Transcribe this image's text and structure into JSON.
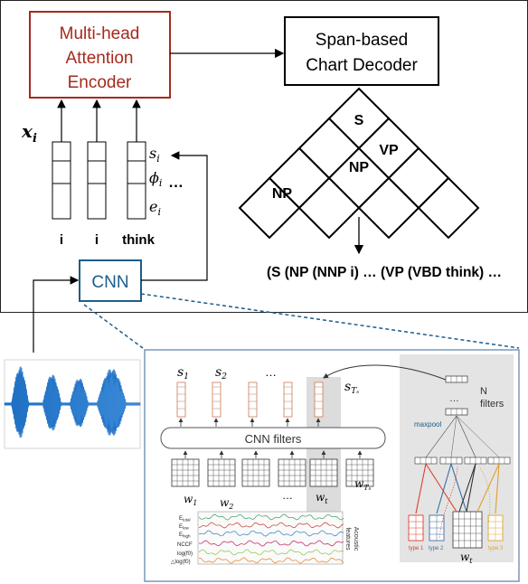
{
  "encoder": {
    "lines": [
      "Multi-head",
      "Attention",
      "Encoder"
    ],
    "color": "#a52a1e"
  },
  "decoder": {
    "lines": [
      "Span-based",
      "Chart Decoder"
    ]
  },
  "chart_labels": {
    "s": "S",
    "vp": "VP",
    "np_inner": "NP",
    "np_left": "NP"
  },
  "input": {
    "x_label": "x",
    "x_sub": "i",
    "feature_labels": [
      {
        "base": "s",
        "sub": "i"
      },
      {
        "base": "ϕ",
        "sub": "i"
      },
      {
        "base": "e",
        "sub": "i"
      }
    ],
    "ellipsis": "…",
    "words": [
      "i",
      "i",
      "think"
    ]
  },
  "cnn_label": "CNN",
  "parse_output": "(S (NP (NNP i) … (VP (VBD think) …",
  "detail": {
    "s_labels": [
      {
        "base": "s",
        "sub": "1"
      },
      {
        "base": "s",
        "sub": "2"
      },
      {
        "base": "…",
        "sub": ""
      },
      {
        "base": "s",
        "sub": "Tₛ"
      }
    ],
    "cnn_filters": "CNN filters",
    "w_labels": [
      {
        "base": "w",
        "sub": "1"
      },
      {
        "base": "w",
        "sub": "2"
      },
      {
        "base": "…",
        "sub": ""
      },
      {
        "base": "w",
        "sub": "t"
      },
      {
        "base": "w",
        "sub": "Tₛ"
      }
    ],
    "acoustic_rows": [
      "E",
      "E",
      "E",
      "NCCF",
      "log(f0)",
      "△log(f0)"
    ],
    "acoustic_subs": [
      "total",
      "low",
      "high",
      "",
      "",
      ""
    ],
    "acoustic_caption": [
      "Acoustic",
      "features"
    ],
    "n_filters": [
      "N",
      "filters"
    ],
    "maxpool": "maxpool",
    "types": [
      "type 1",
      "type 2",
      "type 3"
    ],
    "type_colors": [
      "#d9412b",
      "#3a6ea5",
      "#e0a030"
    ],
    "wt": {
      "base": "w",
      "sub": "t"
    },
    "dots": "…"
  }
}
